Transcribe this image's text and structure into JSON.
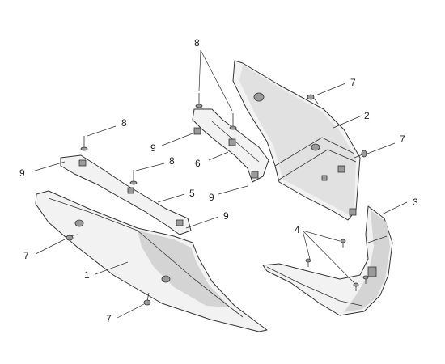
{
  "diagram": {
    "callouts": [
      {
        "id": "c1",
        "text": "1"
      },
      {
        "id": "c2",
        "text": "2"
      },
      {
        "id": "c3",
        "text": "3"
      },
      {
        "id": "c4",
        "text": "4"
      },
      {
        "id": "c5",
        "text": "5"
      },
      {
        "id": "c6",
        "text": "6"
      },
      {
        "id": "c7a",
        "text": "7"
      },
      {
        "id": "c7b",
        "text": "7"
      },
      {
        "id": "c7c",
        "text": "7"
      },
      {
        "id": "c7d",
        "text": "7"
      },
      {
        "id": "c8a",
        "text": "8"
      },
      {
        "id": "c8b",
        "text": "8"
      },
      {
        "id": "c8c",
        "text": "8"
      },
      {
        "id": "c9a",
        "text": "9"
      },
      {
        "id": "c9b",
        "text": "9"
      },
      {
        "id": "c9c",
        "text": "9"
      },
      {
        "id": "c9d",
        "text": "9"
      }
    ]
  }
}
